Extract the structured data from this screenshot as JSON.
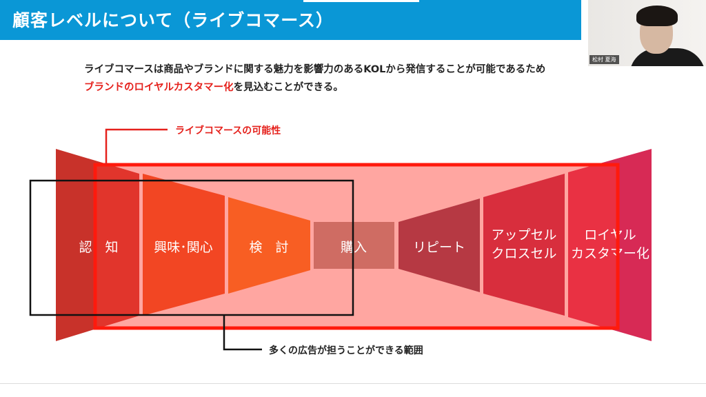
{
  "header": {
    "title": "顧客レベルについて（ライブコマース）"
  },
  "video": {
    "participant_name": "松村 夏海"
  },
  "intro": {
    "line1": "ライブコマースは商品やブランドに関する魅力を影響力のあるKOLから発信することが可能であるため",
    "line2_highlight": "ブランドのロイヤルカスタマー化",
    "line2_rest": "を見込むことができる。"
  },
  "diagram": {
    "top_callout": "ライブコマースの可能性",
    "bottom_callout": "多くの広告が担うことができる範囲",
    "stages": {
      "awareness": "認　知",
      "interest": "興味･関心",
      "consideration": "検　討",
      "purchase": "購入",
      "repeat": "リピート",
      "upsell_1": "アップセル",
      "upsell_2": "クロスセル",
      "loyal_1": "ロイヤル",
      "loyal_2": "カスタマー化"
    }
  },
  "colors": {
    "header_blue": "#0a97d6",
    "highlight_red": "#e5211c",
    "stage_awareness": "#c8322a",
    "stage_interest": "#e8501a",
    "stage_consideration": "#f37c1a",
    "stage_purchase": "#a8968f",
    "stage_repeat": "#7a3a55",
    "stage_upsell": "#b8264a",
    "stage_loyal": "#d72a55"
  }
}
